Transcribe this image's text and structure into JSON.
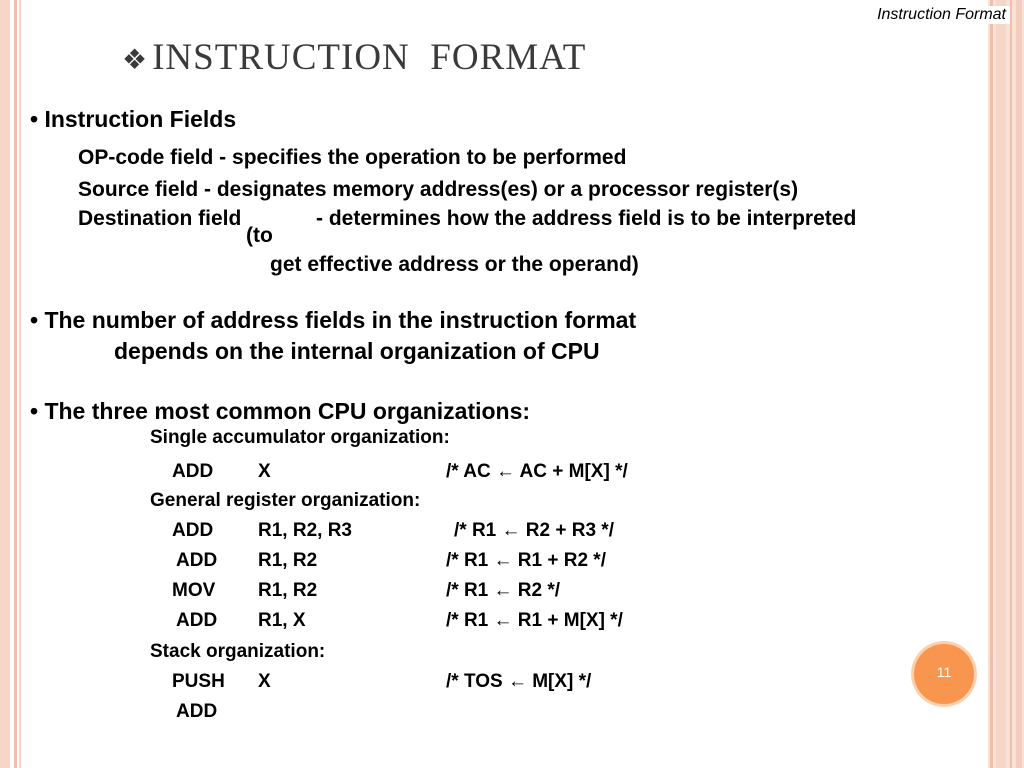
{
  "header": {
    "label": "Instruction Format"
  },
  "title": {
    "bullet": "❖",
    "text": "INSTRUCTION  FORMAT"
  },
  "section1": {
    "heading": "• Instruction Fields",
    "line1": "OP-code field - specifies the operation to be performed",
    "line2": "Source field - designates memory address(es) or a processor register(s)",
    "line3a": "Destination field",
    "line3b": "- determines how the address field is to be interpreted",
    "line4": "(to",
    "line5": "get effective address or the operand)"
  },
  "section2": {
    "line1": "• The number of address fields in the instruction format",
    "line2": "depends on the internal organization of CPU"
  },
  "section3": {
    "heading": "• The three most common CPU organizations:",
    "single_label": "Single accumulator organization:",
    "single_rows": [
      {
        "op": "ADD",
        "args": "X",
        "comment": "/* AC ← AC + M[X]  */"
      }
    ],
    "general_label": "General register organization:",
    "general_rows": [
      {
        "op": "ADD",
        "args": "R1, R2, R3",
        "comment": "/* R1 ← R2 + R3  */"
      },
      {
        "op": "ADD",
        "args": "R1, R2",
        "comment": "/* R1 ← R1 + R2  */"
      },
      {
        "op": "MOV",
        "args": "R1, R2",
        "comment": "/* R1 ← R2  */"
      },
      {
        "op": "ADD",
        "args": "R1, X",
        "comment": "/* R1 ← R1 + M[X]  */"
      }
    ],
    "stack_label": "Stack organization:",
    "stack_rows": [
      {
        "op": "PUSH",
        "args": "X",
        "comment": "/* TOS ← M[X]  */"
      },
      {
        "op": "ADD",
        "args": "",
        "comment": ""
      }
    ]
  },
  "page_number": "11",
  "colors": {
    "accent": "#f8964f",
    "stripe": "#f6d6c8"
  }
}
